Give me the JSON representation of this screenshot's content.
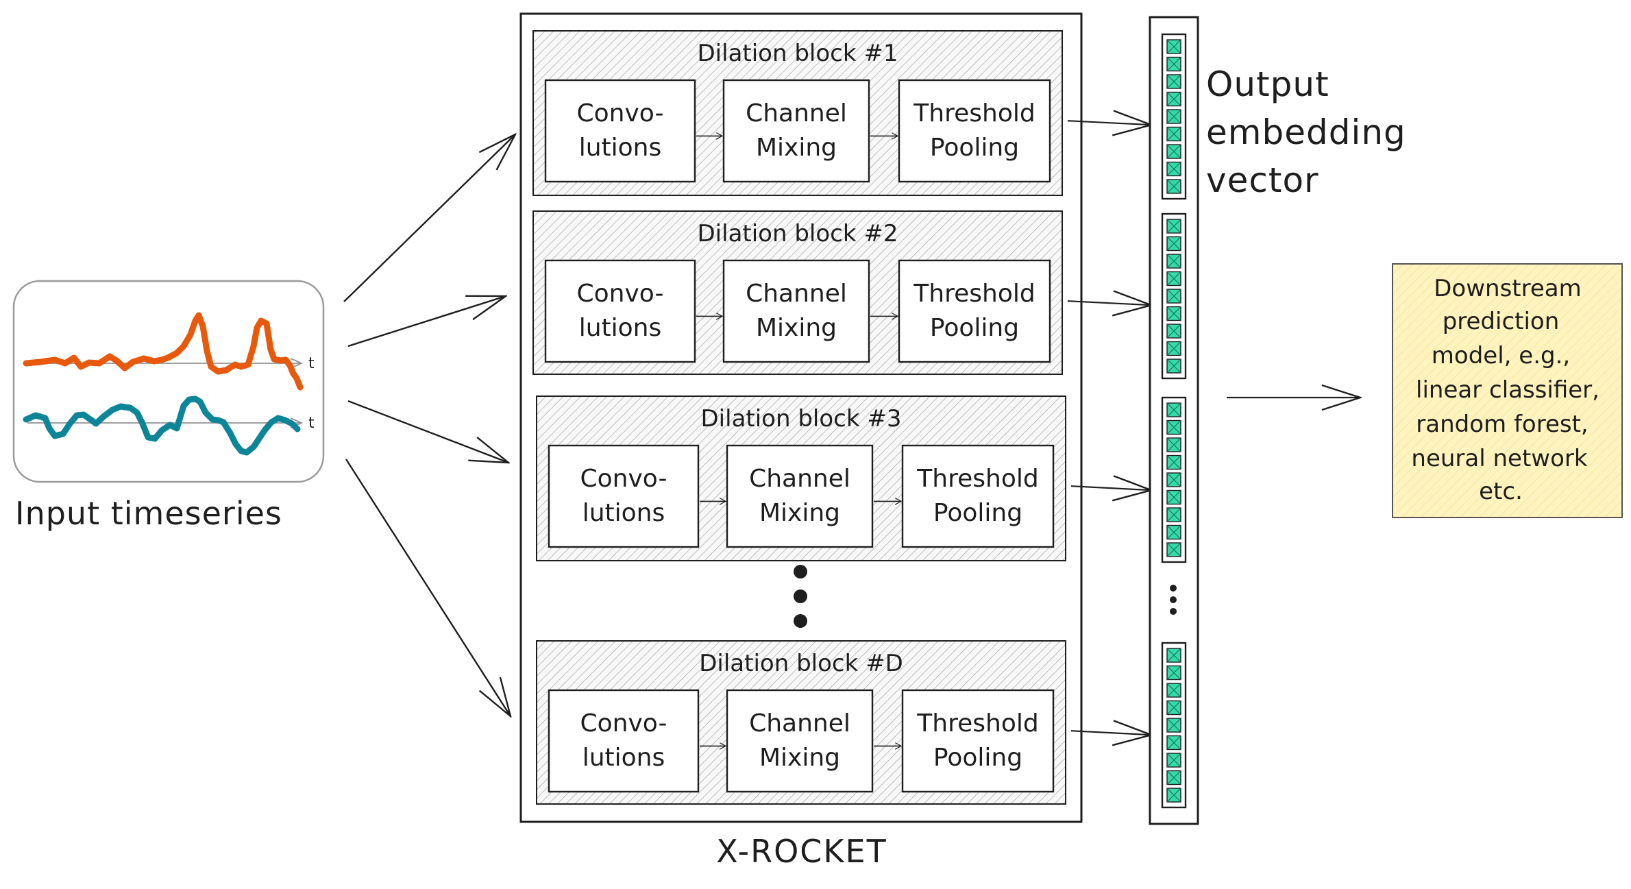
{
  "input": {
    "label": "Input timeseries",
    "axis_label": "t",
    "series_colors": [
      "#e8590c",
      "#0c8599"
    ]
  },
  "xrocket": {
    "label": "X-ROCKET",
    "blocks": [
      {
        "title": "Dilation block #1",
        "steps": [
          [
            "Convo-",
            "lutions"
          ],
          [
            "Channel",
            "Mixing"
          ],
          [
            "Threshold",
            "Pooling"
          ]
        ]
      },
      {
        "title": "Dilation block #2",
        "steps": [
          [
            "Convo-",
            "lutions"
          ],
          [
            "Channel",
            "Mixing"
          ],
          [
            "Threshold",
            "Pooling"
          ]
        ]
      },
      {
        "title": "Dilation block #3",
        "steps": [
          [
            "Convo-",
            "lutions"
          ],
          [
            "Channel",
            "Mixing"
          ],
          [
            "Threshold",
            "Pooling"
          ]
        ]
      },
      {
        "title": "Dilation block #D",
        "steps": [
          [
            "Convo-",
            "lutions"
          ],
          [
            "Channel",
            "Mixing"
          ],
          [
            "Threshold",
            "Pooling"
          ]
        ]
      }
    ]
  },
  "output": {
    "label_lines": [
      "Output",
      "embedding",
      "vector"
    ],
    "cell_fill": "#38d9a9"
  },
  "downstream": {
    "lines": [
      "Downstream",
      "prediction",
      "model, e.g.,",
      "linear classifier,",
      "random forest,",
      "neural network",
      "etc."
    ],
    "fill": "#fff3bf"
  }
}
